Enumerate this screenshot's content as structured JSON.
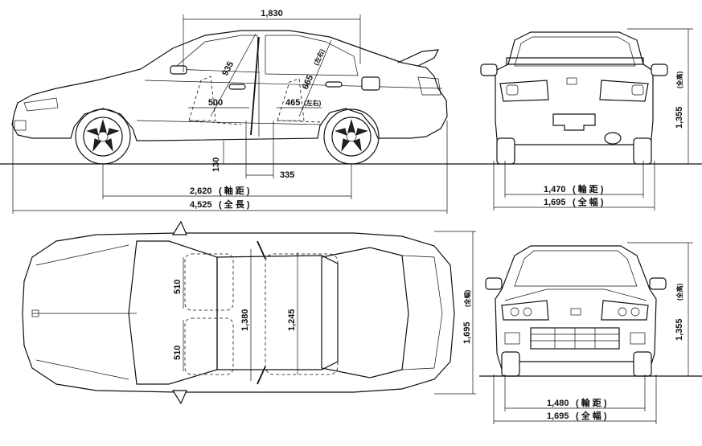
{
  "side": {
    "roof_width": "1,830",
    "door_diag_front": "935",
    "door_diag_rear": "665",
    "door_diag_rear_note": "(左右)",
    "front_seat": "500",
    "rear_seat": "465",
    "rear_seat_note": "(左右)",
    "ground_clearance": "130",
    "seat_gap": "335",
    "wheelbase": "2,620",
    "wheelbase_note": "( 軸 距 )",
    "length": "4,525",
    "length_note": "( 全 長 )"
  },
  "rear": {
    "height": "1,355",
    "height_note": "(全高)",
    "track": "1,470",
    "track_note": "( 輪 距 )",
    "width": "1,695",
    "width_note": "( 全 幅 )"
  },
  "top": {
    "width": "1,695",
    "width_note": "(全幅)",
    "seat_width_front": "510",
    "seat_width_rear": "510",
    "cabin_width_front": "1,380",
    "cabin_width_rear": "1,245"
  },
  "front": {
    "height": "1,355",
    "height_note": "(全高)",
    "track": "1,480",
    "track_note": "( 輪 距 )",
    "width": "1,695",
    "width_note": "( 全 幅 )"
  }
}
